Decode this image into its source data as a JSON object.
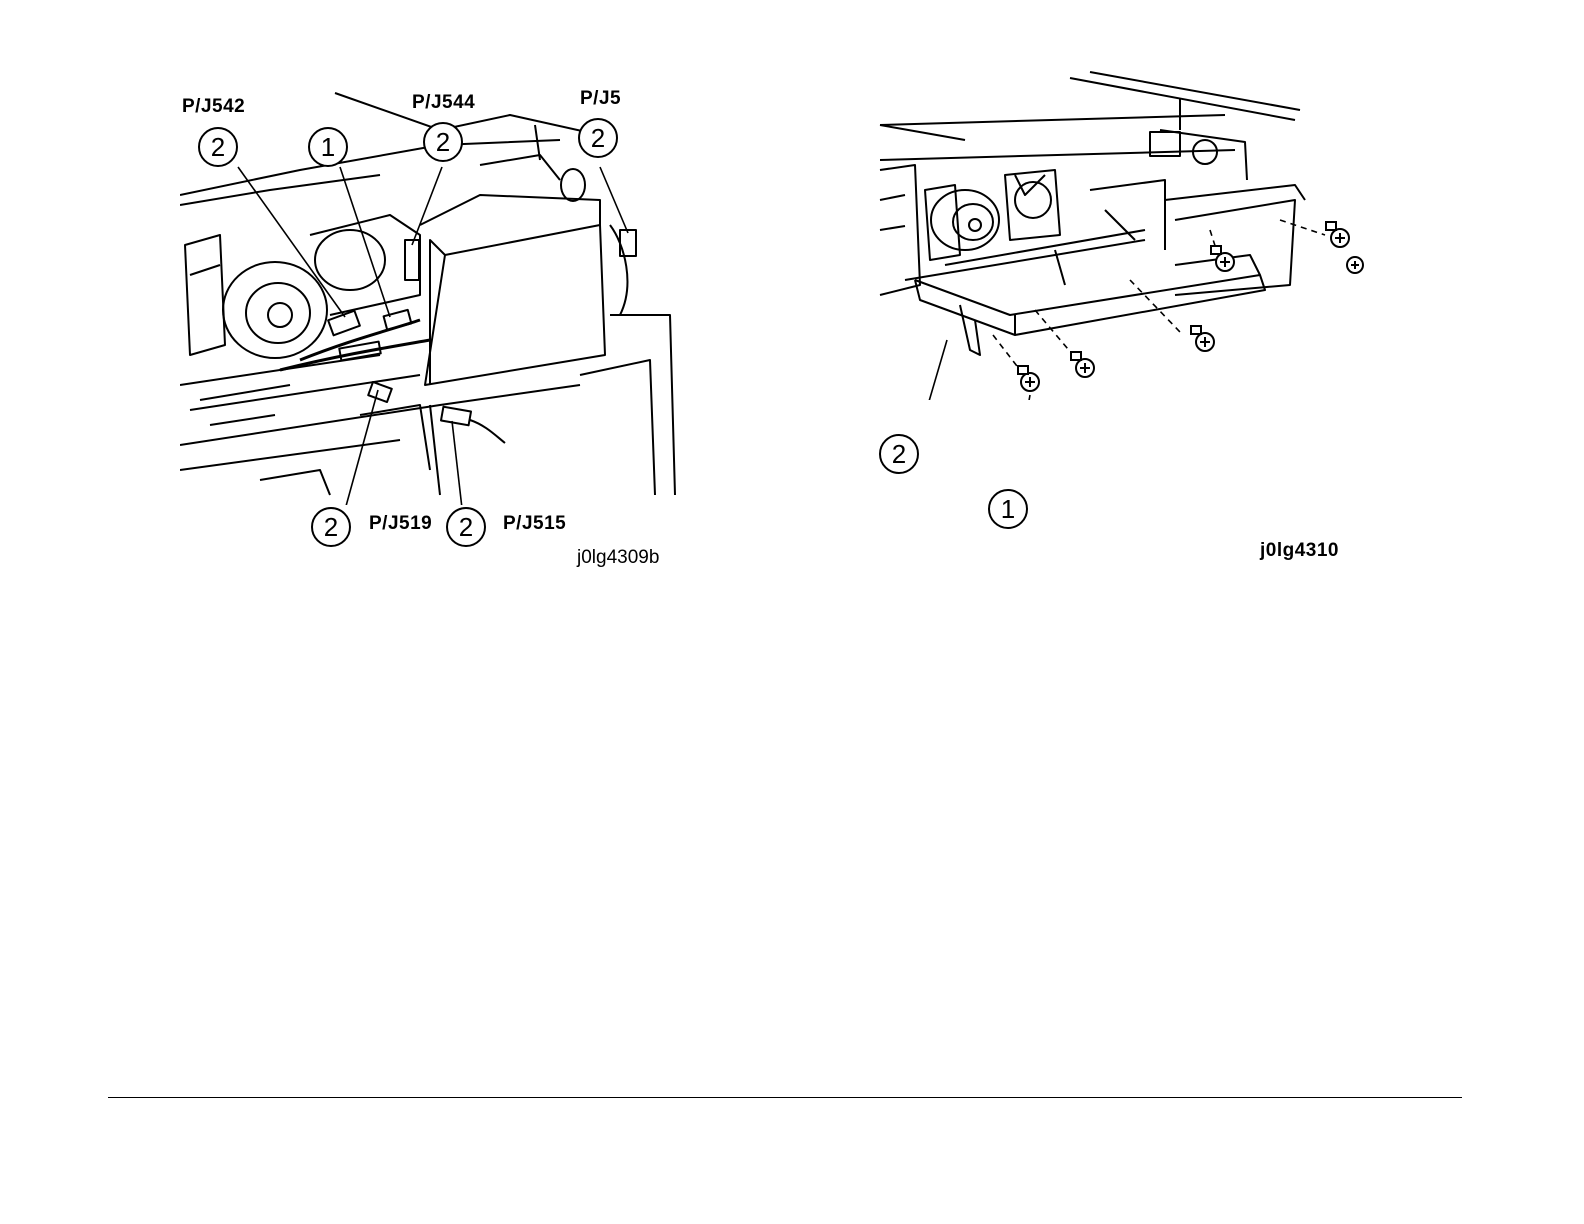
{
  "figure_left": {
    "figure_id": "j0lg4309b",
    "connector_labels": {
      "pj542": "P/J542",
      "pj544": "P/J544",
      "pj5": "P/J5",
      "pj519": "P/J519",
      "pj515": "P/J515"
    },
    "callouts": {
      "c_pj542": "2",
      "c_part1": "1",
      "c_pj544": "2",
      "c_pj5": "2",
      "c_pj519": "2",
      "c_pj515": "2"
    }
  },
  "figure_right": {
    "figure_id": "j0lg4310",
    "callouts": {
      "c_part2": "2",
      "c_part1": "1"
    }
  }
}
